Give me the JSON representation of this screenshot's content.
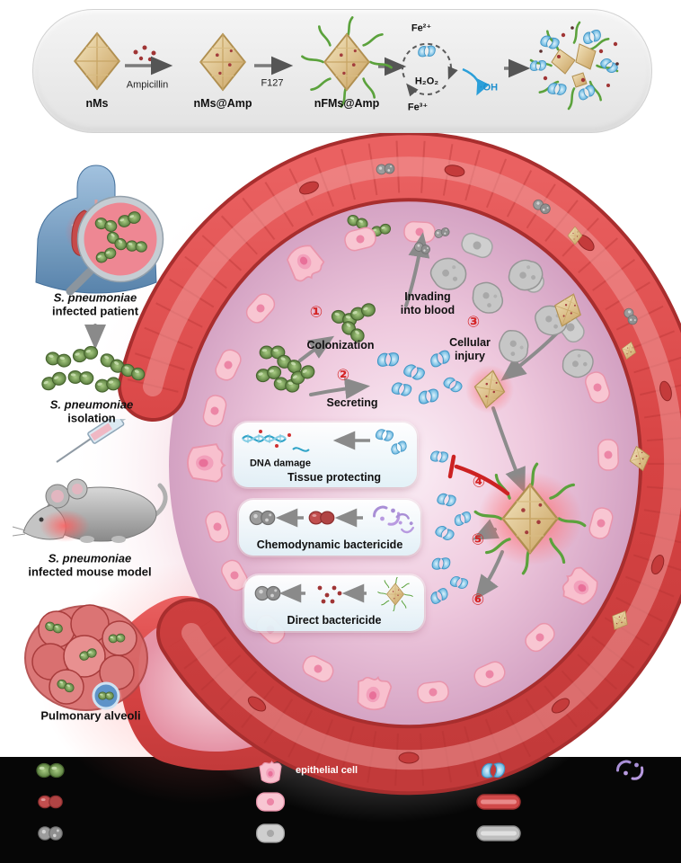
{
  "colors": {
    "accent_red": "#d42525",
    "vessel_red": "#d14a4a",
    "gold": "#d9b87e",
    "bacteria_green": "#6d9a4d",
    "toxin_blue": "#7cc4e8",
    "oh_blue": "#1f8fce"
  },
  "synthesis_panel": {
    "nms": "nMs",
    "ampicillin": "Ampicillin",
    "nms_amp": "nMs@Amp",
    "f127": "F127",
    "nfms_amp": "nFMs@Amp",
    "fe2": "Fe²⁺",
    "h2o2": "H₂O₂",
    "fe3": "Fe³⁺",
    "hydroxyl": "·OH"
  },
  "workflow": {
    "patient_line1": "S. pneumoniae",
    "patient_line2": "infected patient",
    "isolation_line1": "S. pneumoniae",
    "isolation_line2": "isolation",
    "mouse_line1": "S. pneumoniae",
    "mouse_line2": "infected mouse model",
    "alveoli": "Pulmonary alveoli"
  },
  "pathway": {
    "step1_num": "①",
    "step1_label": "Colonization",
    "step2_num": "②",
    "step2_label": "Secreting",
    "step3_num": "③",
    "step3_label_line1": "Cellular",
    "step3_label_line2": "injury",
    "step4_num": "④",
    "step5_num": "⑤",
    "step6_num": "⑥",
    "invading_line1": "Invading",
    "invading_line2": "into blood",
    "box1_sub": "DNA damage",
    "box1_title": "Tissue protecting",
    "box2_title": "Chemodynamic bactericide",
    "box3_title": "Direct bactericide"
  },
  "legend": {
    "items": [
      {
        "icon": "green-s-pneumoniae",
        "label": ""
      },
      {
        "icon": "epithelial-cup-cell",
        "label": "epithelial cell"
      },
      {
        "icon": "blue-toxin-bacteria",
        "label": ""
      },
      {
        "icon": "purple-lysed-bacteria",
        "label": ""
      },
      {
        "icon": "red-bacteria",
        "label": ""
      },
      {
        "icon": "pink-epithelial-cell",
        "label": ""
      },
      {
        "icon": "red-vessel-segment",
        "label": ""
      },
      {
        "icon": "dead-gray-bacteria",
        "label": ""
      },
      {
        "icon": "damaged-gray-cell",
        "label": ""
      },
      {
        "icon": "damaged-vessel-segment",
        "label": ""
      }
    ]
  }
}
